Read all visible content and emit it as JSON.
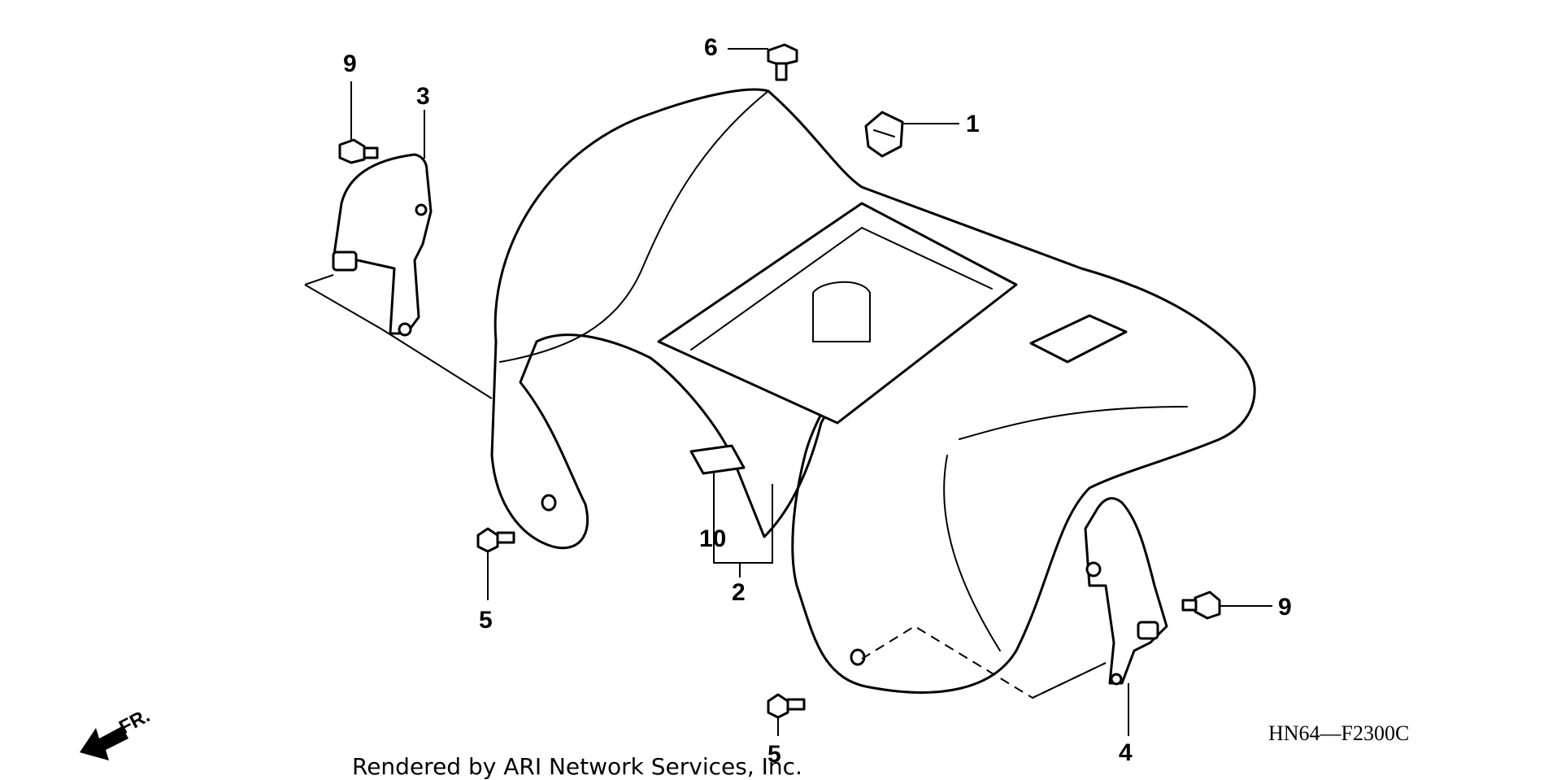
{
  "callouts": [
    {
      "id": "c1",
      "label": "1"
    },
    {
      "id": "c2",
      "label": "2"
    },
    {
      "id": "c3",
      "label": "3"
    },
    {
      "id": "c4",
      "label": "4"
    },
    {
      "id": "c5a",
      "label": "5"
    },
    {
      "id": "c5b",
      "label": "5"
    },
    {
      "id": "c6",
      "label": "6"
    },
    {
      "id": "c9a",
      "label": "9"
    },
    {
      "id": "c9b",
      "label": "9"
    },
    {
      "id": "c10",
      "label": "10"
    }
  ],
  "diagram_code": "HN64—F2300C",
  "credit": "Rendered by ARI Network Services, Inc.",
  "direction_label": "FR."
}
